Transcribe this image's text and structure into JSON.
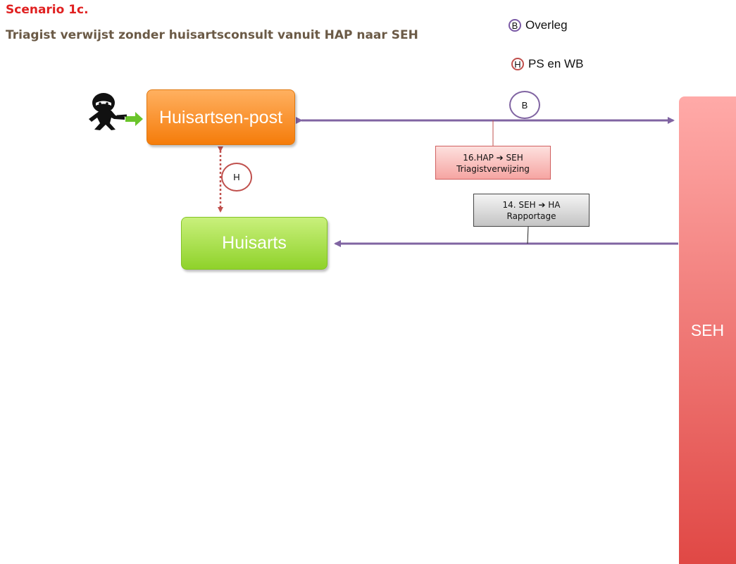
{
  "title": {
    "scenario": "Scenario 1c.",
    "description": "Triagist verwijst zonder huisartsconsult vanuit HAP naar SEH"
  },
  "legend": [
    {
      "symbol": "B",
      "label": "Overleg",
      "color": "#7b5aa6"
    },
    {
      "symbol": "H",
      "label": "PS en WB",
      "color": "#c0504d"
    }
  ],
  "nodes": {
    "hap": "Huisartsen-post",
    "ha": "Huisarts",
    "seh": "SEH"
  },
  "connectors": {
    "hap_ha_marker": "H",
    "hap_seh_marker": "B"
  },
  "messages": {
    "hap_to_seh_line1": "16.HAP ➔ SEH",
    "hap_to_seh_line2": "Triagistverwijzing",
    "seh_to_ha_line1": "14. SEH ➔ HA",
    "seh_to_ha_line2": "Rapportage"
  },
  "colors": {
    "arrow": "#8064a2",
    "dotted": "#c0504d",
    "hap": "#f79646",
    "ha": "#9bd33a",
    "seh": "#e04845",
    "title_red": "#e02020",
    "title_brown": "#6b5a46"
  },
  "icons": {
    "patient": "patient-figure-icon",
    "entry_arrow": "green-arrow-icon"
  }
}
